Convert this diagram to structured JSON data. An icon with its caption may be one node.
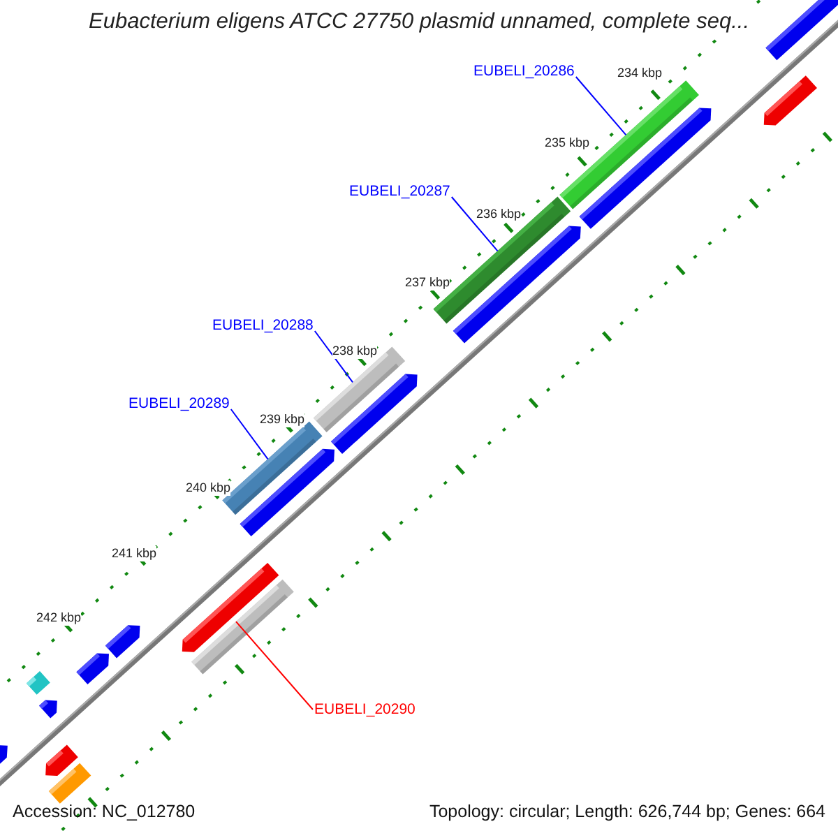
{
  "diagram": {
    "title": "Eubacterium eligens ATCC 27750 plasmid unnamed, complete seq...",
    "nodes": [
      {
        "text": [
          "EUBELI_20286"
        ]
      },
      {
        "text": [
          "EUBELI_20287"
        ]
      },
      {
        "text": [
          "EUBELI_20288"
        ]
      },
      {
        "text": [
          "EUBELI_20289"
        ]
      },
      {
        "text": [
          "EUBELI_20290"
        ]
      },
      {
        "text": [],
        "shape": "bar"
      },
      {
        "text": [],
        "shape": "bar"
      },
      {
        "text": [],
        "shape": "bar"
      },
      {
        "text": [],
        "shape": "bar"
      },
      {
        "text": [],
        "shape": "bar"
      }
    ],
    "edges": [
      {
        "from": 0,
        "to": 5,
        "arrow": "none"
      },
      {
        "from": 1,
        "to": 6,
        "arrow": "none"
      },
      {
        "from": 2,
        "to": 7,
        "arrow": "none"
      },
      {
        "from": 3,
        "to": 8,
        "arrow": "none"
      },
      {
        "from": 4,
        "to": 9,
        "arrow": "none",
        "color": "#ff0000"
      }
    ],
    "labels": [
      "234 kbp",
      "235 kbp",
      "236 kbp",
      "237 kbp",
      "238 kbp",
      "239 kbp",
      "240 kbp",
      "241 kbp",
      "242 kbp",
      "Accession: NC_012780",
      "Topology: circular; Length: 626,744 bp; Genes: 664"
    ]
  }
}
